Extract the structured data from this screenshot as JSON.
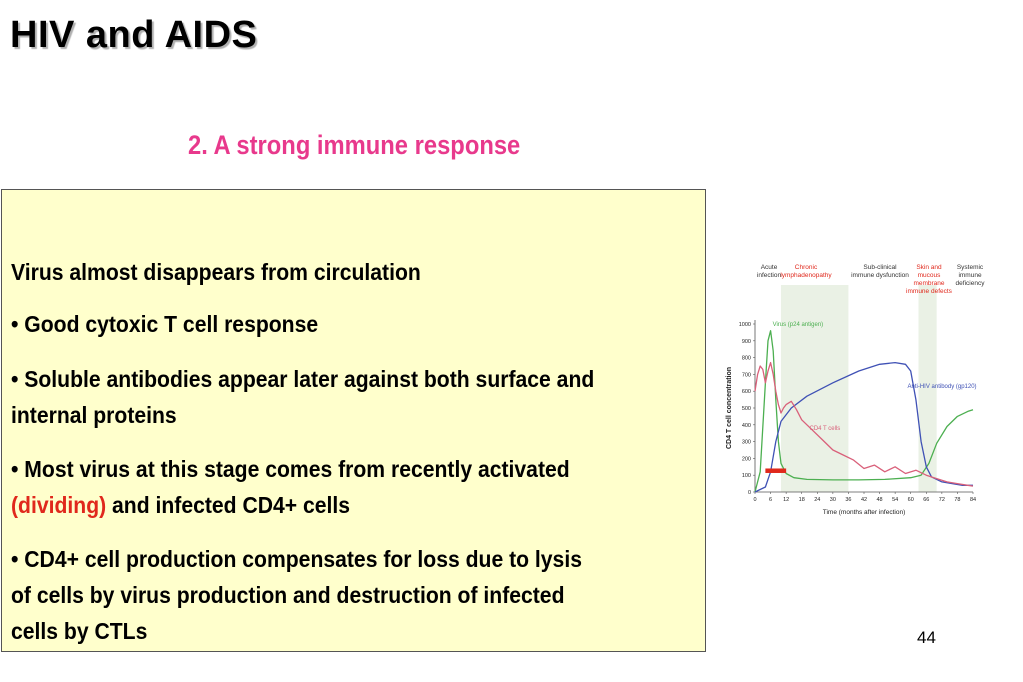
{
  "title": "HIV and AIDS",
  "subtitle": "2. A strong immune response",
  "bullets": {
    "line1": "Virus almost disappears from circulation",
    "line2": "• Good cytoxic T cell response",
    "line3a": "• Soluble antibodies appear later against both surface and",
    "line3b": "internal proteins",
    "line4a": "• Most virus at this stage comes from recently activated",
    "line4b_red": "(dividing)",
    "line4b_rest": " and infected CD4+ cells",
    "line5a": "• CD4+ cell production compensates for loss due to lysis",
    "line5b": "of cells by virus production and destruction of infected",
    "line5c": "cells by CTLs"
  },
  "page_number": "44",
  "chart_data": {
    "type": "line",
    "xlabel": "Time (months after infection)",
    "ylabel": "CD4 T cell concentration",
    "xticks": [
      0,
      6,
      12,
      18,
      24,
      30,
      36,
      42,
      48,
      54,
      60,
      66,
      72,
      78,
      84
    ],
    "yticks": [
      0,
      100,
      200,
      300,
      400,
      500,
      600,
      700,
      800,
      900,
      1000
    ],
    "xlim": [
      0,
      84
    ],
    "ylim": [
      0,
      1000
    ],
    "phases": [
      "Acute infection",
      "Chronic lymphadenopathy",
      "Sub-clinical immune dysfunction",
      "Skin and mucous membrane immune defects",
      "Systemic immune deficiency"
    ],
    "shaded_regions": [
      [
        10,
        36
      ],
      [
        63,
        70
      ]
    ],
    "marker_color": "#e0281c",
    "series": [
      {
        "name": "Virus (p24 antigen)",
        "color": "#4caf50",
        "x": [
          0,
          2,
          4,
          5,
          6,
          7,
          8,
          9,
          10,
          12,
          15,
          20,
          30,
          40,
          50,
          60,
          64,
          67,
          70,
          74,
          78,
          82,
          84
        ],
        "y": [
          0,
          120,
          650,
          900,
          960,
          840,
          550,
          300,
          170,
          110,
          85,
          75,
          72,
          72,
          75,
          85,
          100,
          170,
          290,
          390,
          450,
          480,
          490
        ]
      },
      {
        "name": "Anti-HIV antibody (gp120)",
        "color": "#3f51b5",
        "x": [
          0,
          4,
          6,
          8,
          10,
          14,
          20,
          30,
          40,
          48,
          54,
          58,
          60,
          62,
          64,
          66,
          68,
          72,
          76,
          80,
          84
        ],
        "y": [
          0,
          30,
          120,
          300,
          420,
          500,
          570,
          650,
          720,
          760,
          770,
          760,
          720,
          550,
          300,
          150,
          90,
          60,
          50,
          40,
          40
        ]
      },
      {
        "name": "CD4 T cells",
        "color": "#d9607a",
        "x": [
          0,
          1,
          2,
          3,
          4,
          5,
          6,
          7,
          8,
          9,
          10,
          11,
          12,
          14,
          16,
          18,
          22,
          26,
          30,
          34,
          38,
          42,
          46,
          50,
          54,
          58,
          62,
          66,
          70,
          74,
          78,
          82,
          84
        ],
        "y": [
          600,
          700,
          750,
          730,
          650,
          720,
          770,
          700,
          600,
          520,
          470,
          500,
          520,
          540,
          490,
          430,
          370,
          310,
          250,
          220,
          190,
          140,
          160,
          120,
          150,
          110,
          130,
          100,
          80,
          60,
          50,
          40,
          35
        ]
      }
    ]
  }
}
